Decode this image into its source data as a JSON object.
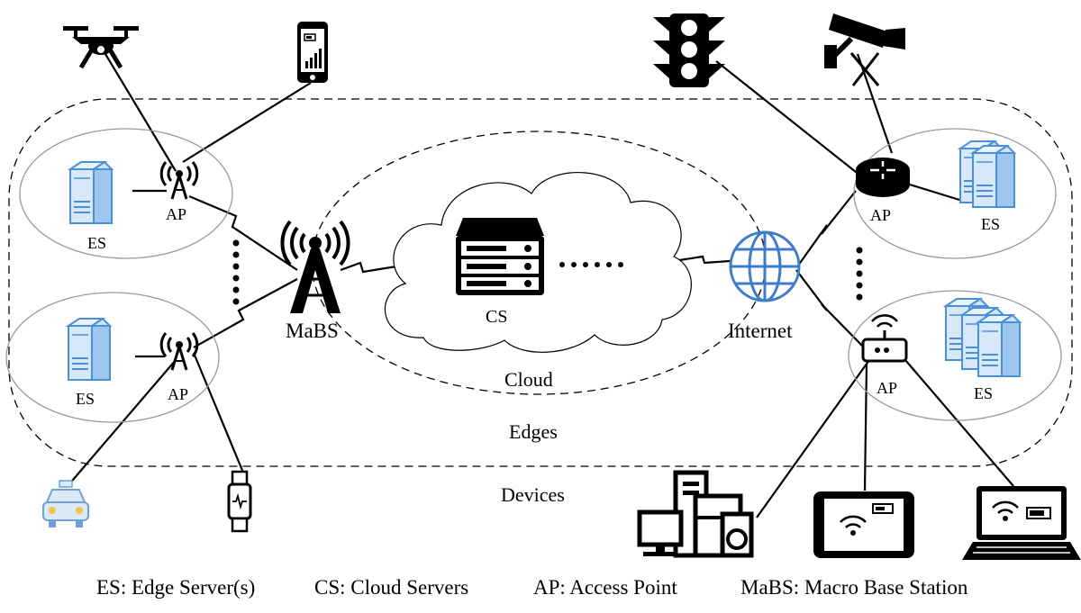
{
  "labels": {
    "ap_top_left": "AP",
    "ap_bottom_left": "AP",
    "es_top_left": "ES",
    "es_bottom_left": "ES",
    "mabs": "MaBS",
    "cs": "CS",
    "cloud": "Cloud",
    "internet": "Internet",
    "edges": "Edges",
    "devices": "Devices",
    "ap_top_right": "AP",
    "es_top_right": "ES",
    "ap_bottom_right": "AP",
    "es_bottom_right": "ES"
  },
  "legend": {
    "es": "ES: Edge Server(s)",
    "cs": "CS: Cloud Servers",
    "ap": "AP: Access Point",
    "mabs": "MaBS: Macro Base Station"
  },
  "colors": {
    "server_blue": "#4a90d9",
    "server_light": "#d6e8fa",
    "globe_blue": "#3d7cc9",
    "car_fill": "#dce9f7"
  },
  "icons": [
    "drone-icon",
    "smartphone-icon",
    "traffic-light-icon",
    "security-camera-icon",
    "server-icon",
    "antenna-icon",
    "cell-tower-icon",
    "cloud-server-icon",
    "globe-icon",
    "router-icon",
    "wifi-router-icon",
    "car-icon",
    "smartwatch-icon",
    "desktop-appliances-icon",
    "tablet-icon",
    "laptop-icon"
  ]
}
